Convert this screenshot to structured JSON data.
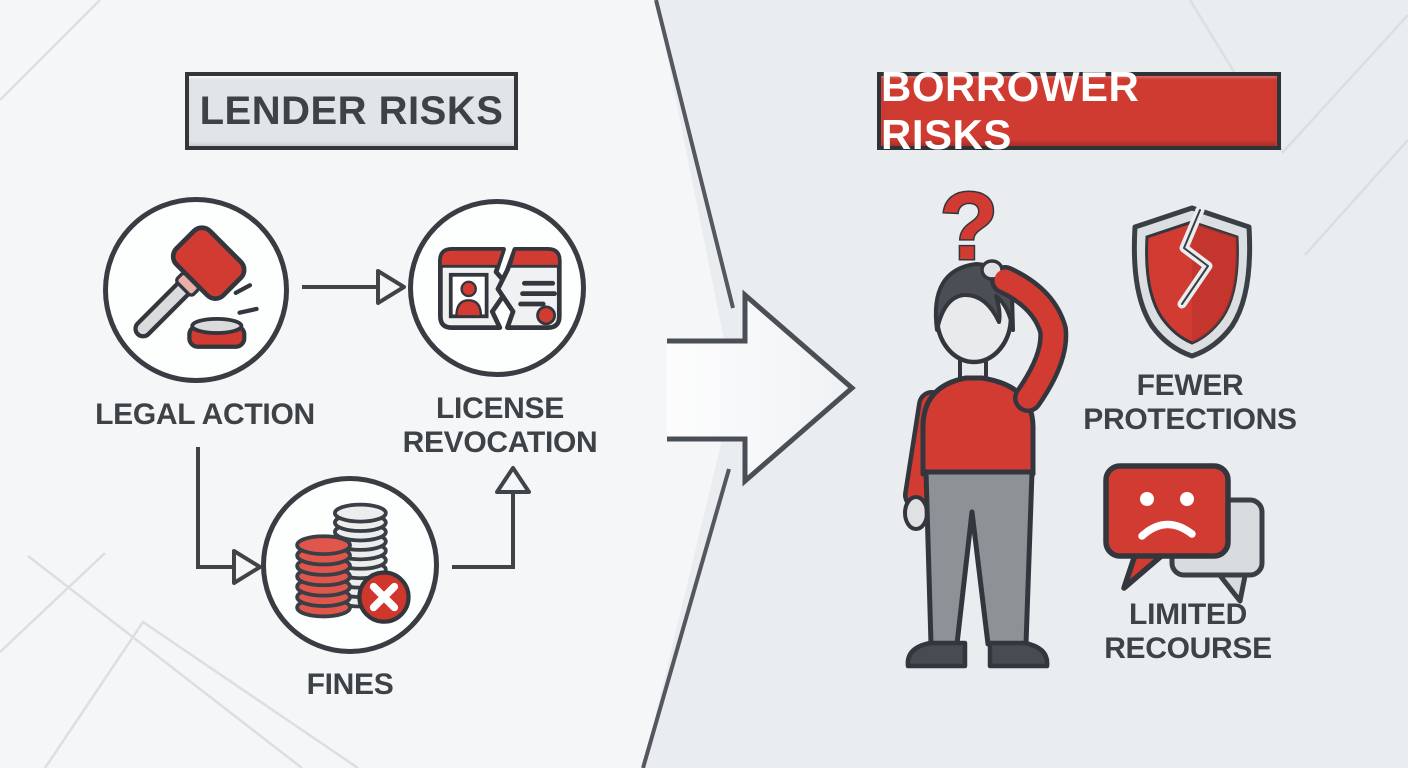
{
  "infographic": {
    "left_panel": {
      "title": "LENDER RISKS",
      "nodes": [
        {
          "id": "legal-action",
          "label": "LEGAL ACTION",
          "icon": "gavel-icon"
        },
        {
          "id": "license-revocation",
          "label": "LICENSE\nREVOCATION",
          "icon": "license-card-icon"
        },
        {
          "id": "fines",
          "label": "FINES",
          "icon": "coins-fine-icon"
        }
      ],
      "connections": [
        "legal-action -> license-revocation",
        "legal-action -> fines",
        "fines -> license-revocation"
      ]
    },
    "transition": {
      "symbol": "big-right-arrow"
    },
    "right_panel": {
      "title": "BORROWER RISKS",
      "figure": "confused-person-with-question-mark",
      "items": [
        {
          "id": "fewer-protections",
          "label": "FEWER\nPROTECTIONS",
          "icon": "broken-shield-icon"
        },
        {
          "id": "limited-recourse",
          "label": "LIMITED\nRECOURSE",
          "icon": "sad-chat-bubbles-icon"
        }
      ]
    },
    "colors": {
      "accent_red": "#cf3a31",
      "outline_dark": "#33373d",
      "text_dark": "#3d4247",
      "panel_left_bg": "#f4f6f7",
      "panel_right_bg": "#e9edef"
    }
  }
}
